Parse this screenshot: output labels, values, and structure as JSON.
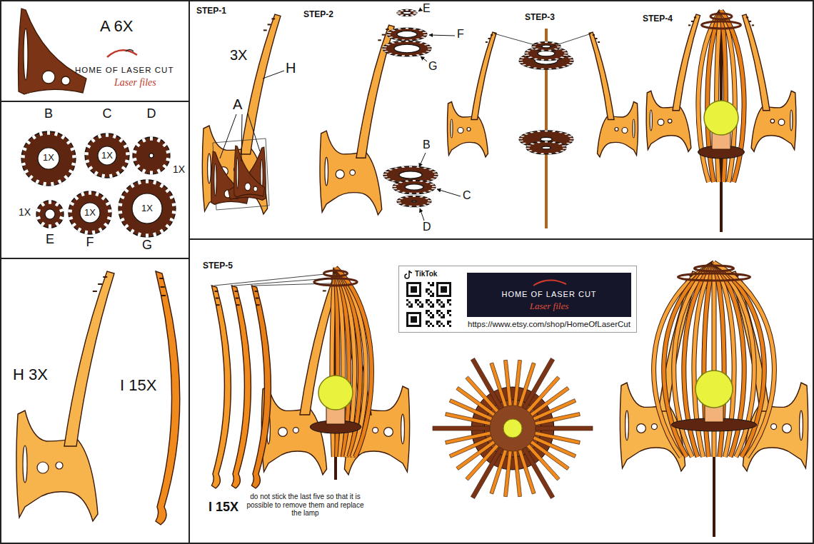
{
  "diagram": {
    "nodes": [
      {
        "text": [
          "B",
          "1X"
        ]
      },
      {
        "text": [
          "C",
          "1X"
        ]
      },
      {
        "text": [
          "D",
          "1X"
        ]
      },
      {
        "text": [
          "E",
          "1X"
        ]
      },
      {
        "text": [
          "F",
          "1X"
        ]
      },
      {
        "text": [
          "G",
          "1X"
        ]
      },
      {
        "text": [
          "TikTok",
          "https://www.etsy.com/shop/HomeOfLaserCut"
        ]
      },
      {
        "text": [
          "HOME OF LASER CUT",
          "Laser files"
        ],
        "in": 6
      }
    ],
    "labels": [
      "A 6X",
      "HOME OF LASER CUT",
      "Laser files",
      "STEP-1",
      "3X",
      "H",
      "A",
      "STEP-2",
      "E",
      "F",
      "G",
      "B",
      "C",
      "D",
      "STEP-3",
      "STEP-4",
      "H 3X",
      "I 15X",
      "STEP-5",
      "I 15X",
      "do not stick the last five so that it is possible to remove them and replace the lamp"
    ]
  }
}
